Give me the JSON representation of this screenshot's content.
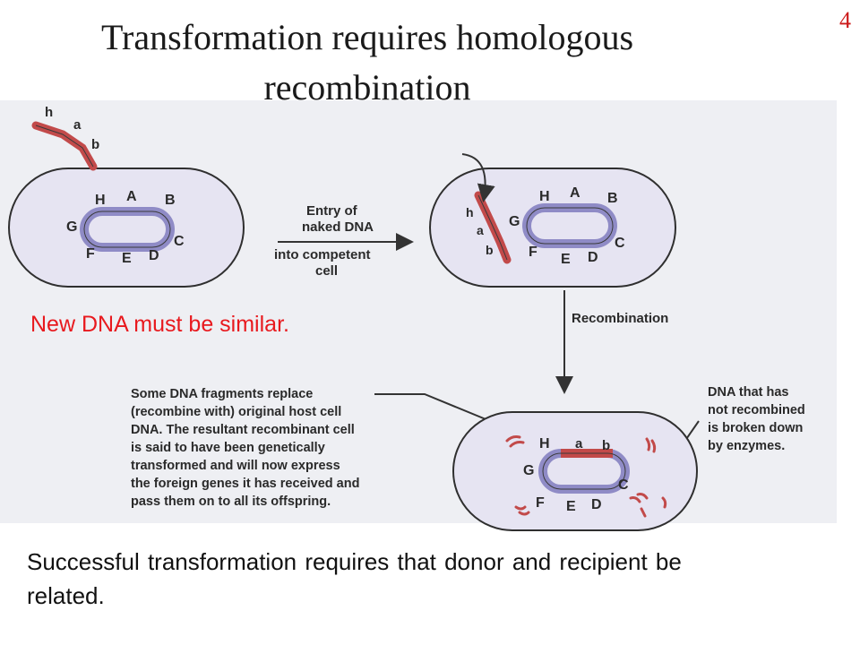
{
  "title": "Transformation requires homologous recombination",
  "slide_number": "4",
  "labels": {
    "donor_genes": [
      "h",
      "a",
      "b"
    ],
    "host_genes": [
      "H",
      "A",
      "B",
      "C",
      "D",
      "E",
      "F",
      "G"
    ],
    "entry": [
      "Entry of",
      "naked DNA",
      "into competent",
      "cell"
    ],
    "recombination": "Recombination",
    "replace_caption": [
      "Some DNA fragments replace",
      "(recombine with) original host cell",
      "DNA. The resultant recombinant cell",
      "is said to have been genetically",
      "transformed and will now express",
      "the foreign genes it has received and",
      "pass them on to all its offspring."
    ],
    "broken_caption": [
      "DNA that has",
      "not recombined",
      "is broken down",
      "by enzymes."
    ],
    "recombined_genes": [
      "H",
      "a",
      "b",
      "C",
      "D",
      "E",
      "F",
      "G"
    ]
  },
  "note": "New DNA must be similar.",
  "body": "Successful transformation requires that donor and recipient be related.",
  "colors": {
    "donor_dna": "#c24a4a",
    "host_dna": "#8f8bc6",
    "cell_fill": "#e6e4f2",
    "note": "#e8191e"
  }
}
